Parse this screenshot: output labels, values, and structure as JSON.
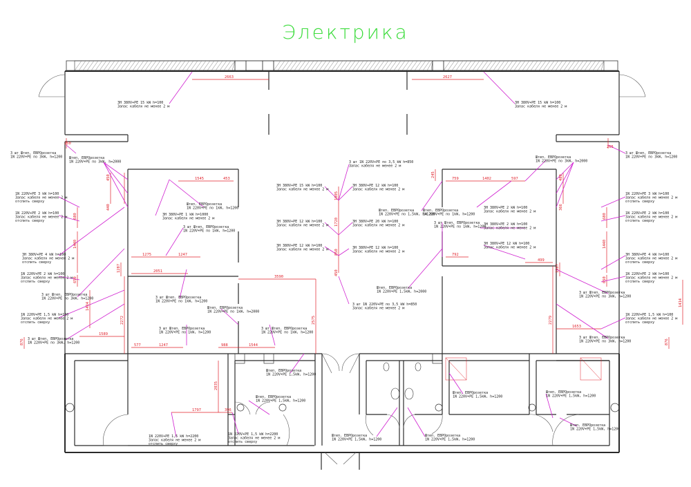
{
  "title": "Электрика",
  "colors": {
    "title": "#3ddc3d",
    "leader": "#d020d0",
    "dimension": "#e0202a",
    "wall": "#2a2a2a"
  },
  "labels": [
    {
      "id": "l1",
      "lines": [
        "3Н 380V+PE 15 kW h=100",
        "Запас кабеля не менее 2 м"
      ]
    },
    {
      "id": "l2",
      "lines": [
        "3Н 380V+PE 15 kW h=100",
        "Запас кабеля не менее 2 м"
      ]
    },
    {
      "id": "l3",
      "lines": [
        "3 шт Штеп. ЕВРОрозетка",
        "1N 220V+PE по 3kW, h=1200"
      ]
    },
    {
      "id": "l4",
      "lines": [
        "Штеп. ЕВРОрозетка",
        "1N 220V+PE по 3kW, h=2000"
      ]
    },
    {
      "id": "l5",
      "lines": [
        "3 шт Штеп. ЕВРОрозетка",
        "1N 220V+PE по 3kW, h=1200"
      ]
    },
    {
      "id": "l6",
      "lines": [
        "Штеп. ЕВРОрозетка",
        "1N 220V+PE по 3kW, h=2000"
      ]
    },
    {
      "id": "l7",
      "lines": [
        "3 шт 1N 220V+PE по 3,5 kW h=850",
        "Запас кабеля не менее 2 м"
      ]
    },
    {
      "id": "l8",
      "lines": [
        "1N 220V+PE 3 kW h=100",
        "Запас кабеля не менее 2 м",
        "отспить сверху"
      ]
    },
    {
      "id": "l9",
      "lines": [
        "1N 220V+PE 2 kW h=100",
        "Запас кабеля не менее 2 м",
        "отспить сверху"
      ]
    },
    {
      "id": "l10",
      "lines": [
        "3Н 380V+PE 4 kW h=100",
        "Запас кабеля не менее 2 м",
        "отспить сверху"
      ]
    },
    {
      "id": "l11",
      "lines": [
        "1N 220V+PE 2 kW h=100",
        "Запас кабеля не менее 2 м",
        "отспить сверху"
      ]
    },
    {
      "id": "l12",
      "lines": [
        "3 шт Штеп. ЕВРОрозетка",
        "1N 220V+PE по 3kW, h=1200"
      ]
    },
    {
      "id": "l13",
      "lines": [
        "1N 220V+PE 1,5 kW h=100",
        "Запас кабеля не менее 2 м",
        "отспить сверху"
      ]
    },
    {
      "id": "l14",
      "lines": [
        "3 шт Штеп. ЕВРОрозетка",
        "1N 220V+PE по 3kW, h=1200"
      ]
    },
    {
      "id": "l15",
      "lines": [
        "1N 220V+PE 3 kW h=100",
        "Запас кабеля не менее 2 м",
        "отспить сверху"
      ]
    },
    {
      "id": "l16",
      "lines": [
        "1N 220V+PE 2 kW h=100",
        "Запас кабеля не менее 2 м",
        "отспить сверху"
      ]
    },
    {
      "id": "l17",
      "lines": [
        "3Н 380V+PE 4 kW h=100",
        "Запас кабеля не менее 2 м",
        "отспить сверху"
      ]
    },
    {
      "id": "l18",
      "lines": [
        "1N 220V+PE 2 kW h=100",
        "Запас кабеля не менее 2 м",
        "отспить сверху"
      ]
    },
    {
      "id": "l19",
      "lines": [
        "3 шт Штеп. ЕВРОрозетка",
        "1N 220V+PE по 3kW, h=1200"
      ]
    },
    {
      "id": "l20",
      "lines": [
        "1N 220V+PE 1,5 kW h=100",
        "Запас кабеля не менее 2 м",
        "отспить сверху"
      ]
    },
    {
      "id": "l21",
      "lines": [
        "3 шт Штеп. ЕВРОрозетка",
        "1N 220V+PE по 3kW, h=1200"
      ]
    },
    {
      "id": "l22",
      "lines": [
        "3Н 380V+PE 15 kW h=100",
        "Запас кабеля не менее 2 м"
      ]
    },
    {
      "id": "l23",
      "lines": [
        "3Н 380V+PE 12 kW h=100",
        "Запас кабеля не менее 2 м"
      ]
    },
    {
      "id": "l24",
      "lines": [
        "3Н 380V+PE 12 kW h=100",
        "Запас кабеля не менее 2 м"
      ]
    },
    {
      "id": "l25",
      "lines": [
        "3Н 380V+PE 12 kW h=100",
        "Запас кабеля не менее 2 м"
      ]
    },
    {
      "id": "l26",
      "lines": [
        "3Н 380V+PE 20 kW h=100",
        "Запас кабеля не менее 2 м"
      ]
    },
    {
      "id": "l27",
      "lines": [
        "3Н 380V+PE 12 kW h=100",
        "Запас кабеля не менее 2 м"
      ]
    },
    {
      "id": "l28",
      "lines": [
        "3 шт 1N 220V+PE по 3,5 kW h=850",
        "Запас кабеля не менее 2 м"
      ]
    },
    {
      "id": "l29",
      "lines": [
        "Штеп. ЕВРОрозетка",
        "1N 220V+PE по 1kW, h=1200"
      ]
    },
    {
      "id": "l30",
      "lines": [
        "3Н 380V+PE 1 kW h=1000",
        "Запас кабеля не менее 2 м"
      ]
    },
    {
      "id": "l31",
      "lines": [
        "3 шт Штеп. ЕВРОрозетка",
        "1N 220V+PE по 1kW, h=1200"
      ]
    },
    {
      "id": "l32",
      "lines": [
        "3 шт Штеп. ЕВРОрозетка",
        "1N 220V+PE по 1kW, h=1200"
      ]
    },
    {
      "id": "l33",
      "lines": [
        "Штеп. ЕВРОрозетка",
        "1N 220V+PE по 1kW, h=2000"
      ]
    },
    {
      "id": "l34",
      "lines": [
        "3 шт Штеп. ЕВРОрозетка",
        "1N 220V+PE по 1kW, h=1200"
      ]
    },
    {
      "id": "l35",
      "lines": [
        "3 шт Штеп. ЕВРОрозетка",
        "1N 220V+PE по 1kW, h=1200"
      ]
    },
    {
      "id": "l36",
      "lines": [
        "Штеп. ЕВРОрозетка",
        "1N 220V+PE по 1,5kW, h=1200"
      ]
    },
    {
      "id": "l37",
      "lines": [
        "Штеп. ЕВРОрозетка",
        "1N 220V+PE по 1kW, h=1200"
      ]
    },
    {
      "id": "l38",
      "lines": [
        "3Н 380V+PE 2 kW h=100",
        "Запас кабеля не менее 2 м"
      ]
    },
    {
      "id": "l39",
      "lines": [
        "3 шт Штеп. ЕВРОрозетка",
        "1N 220V+PE по 1kW, h=1200"
      ]
    },
    {
      "id": "l40",
      "lines": [
        "3Н 380V+PE 2 kW h=100",
        "Запас кабеля не менее 2 м"
      ]
    },
    {
      "id": "l41",
      "lines": [
        "3Н 380V+PE 12 kW h=100",
        "Запас кабеля не менее 2 м"
      ]
    },
    {
      "id": "l42",
      "lines": [
        "Штеп. ЕВРОрозетка",
        "1N 220V+PE 1,5kW, h=2000"
      ]
    },
    {
      "id": "l43",
      "lines": [
        "Штеп. ЕВРОрозетка",
        "1N 220V+PE 1,5kW, h=1200"
      ]
    },
    {
      "id": "l44",
      "lines": [
        "Штеп. ЕВРОрозетка",
        "1N 220V+PE 1,5kW, h=1200"
      ]
    },
    {
      "id": "l45",
      "lines": [
        "Штеп. ЕВРОрозетка",
        "1N 220V+PE 1,5kW, h=1200"
      ]
    },
    {
      "id": "l46",
      "lines": [
        "Штеп. ЕВРОрозетка",
        "1N 220V+PE 1,5kW, h=1200"
      ]
    },
    {
      "id": "l47",
      "lines": [
        "Штеп. ЕВРОрозетка",
        "1N 220V+PE 1,5kW, h=1200"
      ]
    },
    {
      "id": "l48",
      "lines": [
        "Штеп. ЕВРОрозетка",
        "1N 220V+PE 1,5kW, h=1200"
      ]
    },
    {
      "id": "l49",
      "lines": [
        "1N 220V+PE 1,5 kW h=2200",
        "Запас кабеля не менее 2 м",
        "отспить сверху"
      ]
    },
    {
      "id": "l50",
      "lines": [
        "1N 220V+PE 1,5 kW h=2200",
        "Запас кабеля не менее 2 м",
        "отспить сверху"
      ]
    },
    {
      "id": "l51",
      "lines": [
        "Штеп. ЕВРОрозетка",
        "1N 220V+PE 1,5kW, h=1200"
      ]
    }
  ],
  "dims": [
    {
      "id": "d1",
      "text": "2663"
    },
    {
      "id": "d2",
      "text": "2627"
    },
    {
      "id": "d3",
      "text": "250"
    },
    {
      "id": "d4",
      "text": "265"
    },
    {
      "id": "d5",
      "text": "1545"
    },
    {
      "id": "d6",
      "text": "453"
    },
    {
      "id": "d7",
      "text": "450"
    },
    {
      "id": "d8",
      "text": "440"
    },
    {
      "id": "d9",
      "text": "759"
    },
    {
      "id": "d10",
      "text": "1402"
    },
    {
      "id": "d11",
      "text": "597"
    },
    {
      "id": "d12",
      "text": "480"
    },
    {
      "id": "d13",
      "text": "366"
    },
    {
      "id": "d14",
      "text": "1275"
    },
    {
      "id": "d15",
      "text": "1247"
    },
    {
      "id": "d16",
      "text": "2051"
    },
    {
      "id": "d17",
      "text": "3590"
    },
    {
      "id": "d18",
      "text": "792"
    },
    {
      "id": "d19",
      "text": "499"
    },
    {
      "id": "d20",
      "text": "1589"
    },
    {
      "id": "d21",
      "text": "577"
    },
    {
      "id": "d22",
      "text": "1247"
    },
    {
      "id": "d23",
      "text": "988"
    },
    {
      "id": "d24",
      "text": "1544"
    },
    {
      "id": "d25",
      "text": "1653"
    },
    {
      "id": "d26",
      "text": "2575"
    },
    {
      "id": "d27",
      "text": "2279"
    },
    {
      "id": "d28",
      "text": "2272"
    },
    {
      "id": "d29",
      "text": "1797"
    },
    {
      "id": "d30",
      "text": "396"
    },
    {
      "id": "d31",
      "text": "2035"
    },
    {
      "id": "d32",
      "text": "1287"
    },
    {
      "id": "d33",
      "text": "1587"
    },
    {
      "id": "d34",
      "text": "876"
    },
    {
      "id": "d35",
      "text": "876"
    },
    {
      "id": "d36",
      "text": "1440"
    },
    {
      "id": "d37",
      "text": "1440"
    },
    {
      "id": "d38",
      "text": "1414"
    },
    {
      "id": "d39",
      "text": "1414"
    },
    {
      "id": "d40",
      "text": "1720"
    },
    {
      "id": "d41",
      "text": "1005"
    },
    {
      "id": "d42",
      "text": "850"
    },
    {
      "id": "d43",
      "text": "680"
    },
    {
      "id": "d44",
      "text": "680"
    },
    {
      "id": "d45",
      "text": "650"
    },
    {
      "id": "d46",
      "text": "650"
    },
    {
      "id": "d47",
      "text": "450"
    },
    {
      "id": "d48",
      "text": "245"
    }
  ]
}
